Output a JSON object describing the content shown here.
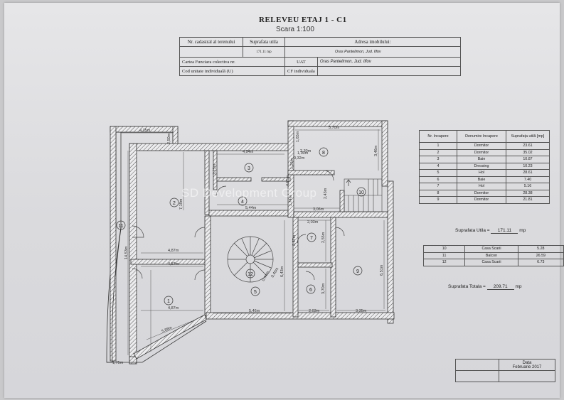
{
  "header": {
    "title": "RELEVEU ETAJ 1 - C1",
    "scale": "Scara 1:100"
  },
  "cadastral": {
    "nr_cadastral_label": "Nr. cadastral al terenului",
    "suprafata_utila_label": "Suprafata utila",
    "suprafata_utila_value": "171.11 mp",
    "adresa_label": "Adresa imobilului:",
    "adresa_value": "Oras Pantelimon, Jud. Ilfov",
    "carte_funciara_label": "Cartea Funciara colectiva nr.",
    "uat_label": "UAT",
    "uat_value": "Oras Pantelimon, Jud. Ilfov",
    "cod_unitate_label": "Cod unitate individuală (U)",
    "cf_individuala_label": "CF individuala"
  },
  "rooms_table": {
    "headers": [
      "Nr. Incapere",
      "Denumire Incapere",
      "Suprafața utilă [mp]"
    ],
    "rows": [
      {
        "nr": "1",
        "name": "Dormitor",
        "area": "23.61"
      },
      {
        "nr": "2",
        "name": "Dormitor",
        "area": "35.02"
      },
      {
        "nr": "3",
        "name": "Baie",
        "area": "10.87"
      },
      {
        "nr": "4",
        "name": "Dressing",
        "area": "10.23"
      },
      {
        "nr": "5",
        "name": "Hol",
        "area": "28.61"
      },
      {
        "nr": "6",
        "name": "Baie",
        "area": "7.40"
      },
      {
        "nr": "7",
        "name": "Hol",
        "area": "5.16"
      },
      {
        "nr": "8",
        "name": "Dormitor",
        "area": "28.38"
      },
      {
        "nr": "9",
        "name": "Dormitor",
        "area": "21.81"
      }
    ]
  },
  "suprafata_utila": {
    "label": "Suprafata Utila =",
    "value": "171.11",
    "unit": "mp"
  },
  "extra_table": {
    "rows": [
      {
        "nr": "10",
        "name": "Casa Scarii",
        "area": "5.28"
      },
      {
        "nr": "11",
        "name": "Balcon",
        "area": "26.59"
      },
      {
        "nr": "12",
        "name": "Casa Scarii",
        "area": "6.73"
      }
    ]
  },
  "suprafata_totala": {
    "label": "Suprafata Totala =",
    "value": "209.71",
    "unit": "mp"
  },
  "stamp": {
    "data_label": "Data",
    "data_value": "Februarie 2017"
  },
  "watermark": "SD Development Group",
  "plan": {
    "room_numbers": [
      "1",
      "2",
      "3",
      "4",
      "5",
      "6",
      "7",
      "8",
      "9",
      "10",
      "11",
      "12"
    ],
    "dimensions": {
      "d435": "4,35m",
      "d494": "4,94m",
      "d570": "5,70m",
      "d130": "1,30m",
      "d032": "0,32m",
      "d544": "5,44m",
      "d306": "3,06m",
      "d203a": "2,03m",
      "d487a": "4,87m",
      "d487b": "4,87m",
      "d487c": "4,87m",
      "d546": "5,46m",
      "d203b": "2,03m",
      "d335": "3,35m",
      "d175": "1,75m",
      "d588": "5,88m",
      "d719": "7,19m",
      "d1453": "14,53m",
      "d643": "6,43m",
      "d346": "3,46m",
      "d223": "2,23m",
      "d255": "2,55m",
      "d370": "3,70m",
      "d651": "6,51m",
      "d250": "2,50m",
      "d165": "1,65m",
      "d243": "2,43m",
      "d174": "1,74m",
      "d044": "0,44m",
      "d046": "0,46m",
      "d126": "1,26m",
      "d230": "2,30m",
      "d495": "4,95m",
      "d257": "2,57m"
    }
  }
}
